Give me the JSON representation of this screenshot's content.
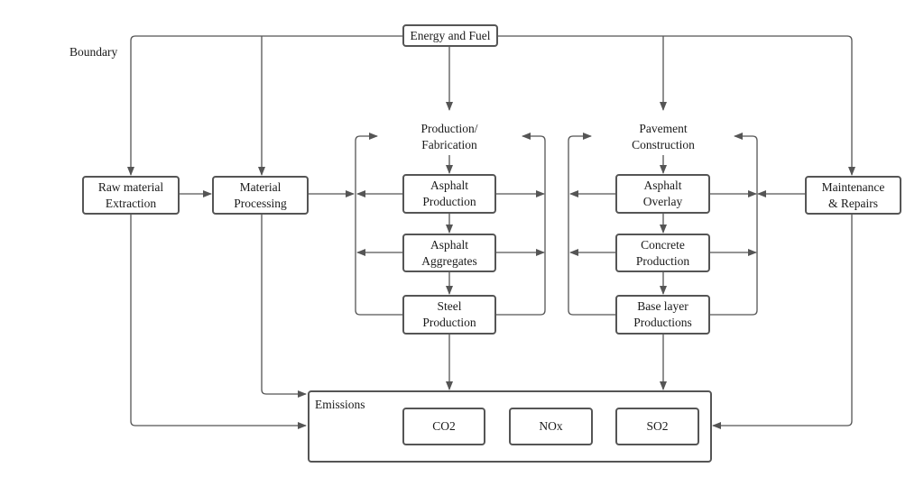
{
  "boundary_label": "Boundary",
  "energy_fuel": "Energy and Fuel",
  "raw_material": "Raw material\nExtraction",
  "material_processing": "Material\nProcessing",
  "production_fabrication": "Production/\nFabrication",
  "asphalt_production": "Asphalt\nProduction",
  "asphalt_aggregates": "Asphalt\nAggregates",
  "steel_production": "Steel\nProduction",
  "pavement_construction": "Pavement\nConstruction",
  "asphalt_overlay": "Asphalt\nOverlay",
  "concrete_production": "Concrete\nProduction",
  "base_layer": "Base layer\nProductions",
  "maintenance": "Maintenance\n& Repairs",
  "emissions": {
    "label": "Emissions",
    "items": [
      "CO2",
      "NOx",
      "SO2"
    ]
  },
  "colors": {
    "line": "#555555",
    "text": "#1a1a1a"
  }
}
